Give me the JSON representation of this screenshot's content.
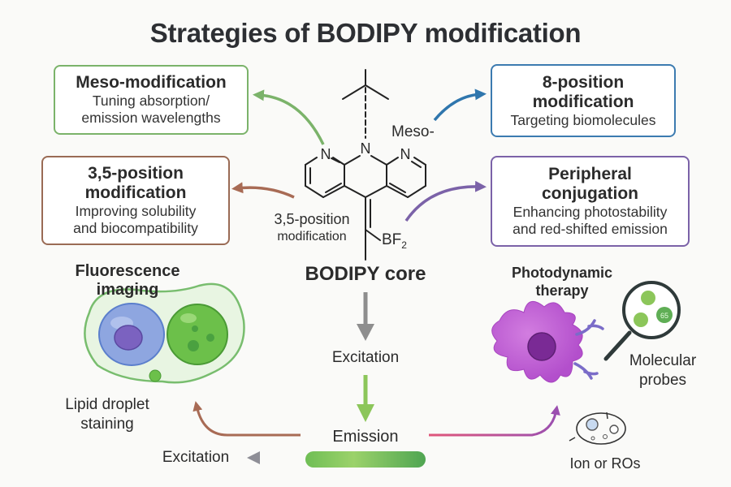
{
  "title": "Strategies of BODIPY modification",
  "boxes": {
    "meso": {
      "heading": "Meso-modification",
      "lines": [
        "Tuning absorption/",
        "emission wavelengths"
      ],
      "color": "#7bb36a"
    },
    "pos8": {
      "heading_lines": [
        "8-position",
        "modification"
      ],
      "lines": [
        "Targeting biomolecules"
      ],
      "color": "#3c7bb0"
    },
    "pos35": {
      "heading_lines": [
        "3,5-position",
        "modification"
      ],
      "lines": [
        "Improving solubility",
        "and biocompatibility"
      ],
      "color": "#9a6b55"
    },
    "peripheral": {
      "heading_lines": [
        "Peripheral",
        "conjugation"
      ],
      "lines": [
        "Enhancing photostability",
        "and red-shifted emission"
      ],
      "color": "#7b62a8"
    }
  },
  "structure": {
    "atoms": {
      "n_left": "N",
      "n_center": "N",
      "n_right": "N",
      "bf2": "BF",
      "bf2_sub": "2"
    },
    "meso_label": "Meso-",
    "pos35_label": [
      "3,5-position",
      "modification"
    ],
    "core_label": "BODIPY core"
  },
  "flow": {
    "excitation_center": "Excitation",
    "emission": "Emission",
    "excitation_left": "Excitation",
    "arrow_colors": {
      "gray": "#8e8e8e",
      "green": "#8cc65a",
      "brown": "#a86b55",
      "pink": "#c0508a"
    }
  },
  "applications": {
    "fluorescence": {
      "heading": [
        "Fluorescence",
        "imaging"
      ],
      "caption": [
        "Lipid droplet",
        "staining"
      ]
    },
    "pdt": {
      "heading": [
        "Photodynamic",
        "therapy"
      ]
    },
    "probes": {
      "caption": [
        "Molecular",
        "probes"
      ],
      "glyph": "65"
    },
    "ion": {
      "caption": "Ion or ROs"
    }
  }
}
